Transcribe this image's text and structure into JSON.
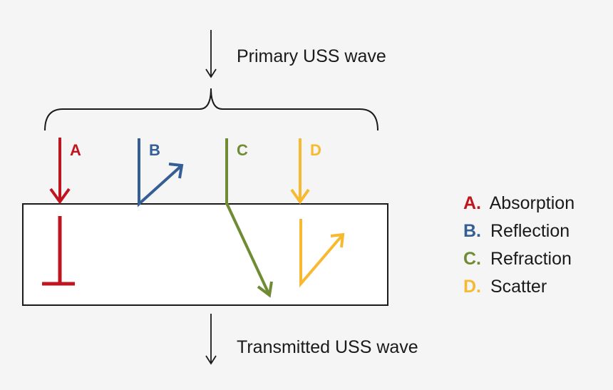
{
  "primary_label": "Primary USS wave",
  "transmitted_label": "Transmitted USS wave",
  "processes": [
    {
      "letter": "A",
      "color": "#c0141e"
    },
    {
      "letter": "B",
      "color": "#355f94"
    },
    {
      "letter": "C",
      "color": "#6f8c34"
    },
    {
      "letter": "D",
      "color": "#f7b92f"
    }
  ],
  "legend": [
    {
      "key": "A.",
      "name": "Absorption",
      "color": "#c0141e"
    },
    {
      "key": "B.",
      "name": "Reflection",
      "color": "#355f94"
    },
    {
      "key": "C.",
      "name": "Refraction",
      "color": "#6f8c34"
    },
    {
      "key": "D.",
      "name": "Scatter",
      "color": "#f7b92f"
    }
  ]
}
